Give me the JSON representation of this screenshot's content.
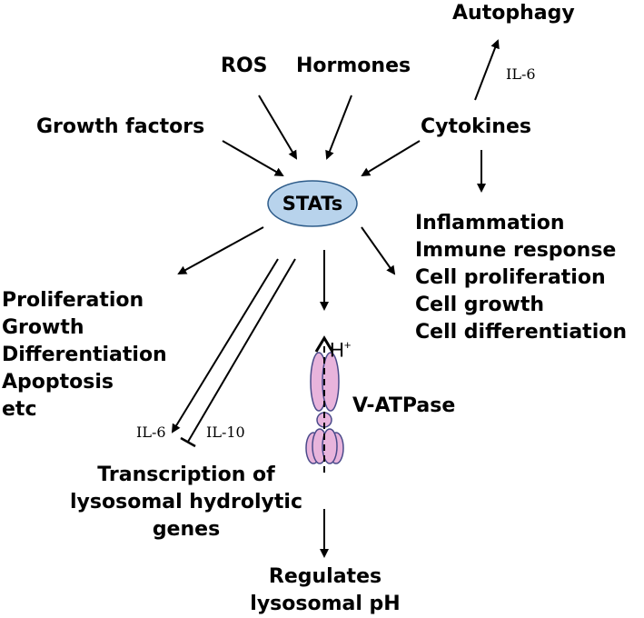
{
  "nodes": {
    "autophagy": "Autophagy",
    "ros": "ROS",
    "hormones": "Hormones",
    "growth_factors": "Growth factors",
    "cytokines": "Cytokines",
    "stats": "STATs",
    "v_atpase": "V-ATPase",
    "h_plus": "H",
    "h_plus_sup": "+",
    "left_outcomes": [
      "Proliferation",
      "Growth",
      "Differentiation",
      "Apoptosis",
      "etc"
    ],
    "right_outcomes": [
      "Inflammation",
      "Immune response",
      "Cell proliferation",
      "Cell growth",
      "Cell differentiation"
    ],
    "transcription": [
      "Transcription of",
      "lysosomal hydrolytic",
      "genes"
    ],
    "regulates": [
      "Regulates",
      "lysosomal pH"
    ]
  },
  "edge_labels": {
    "il6_autophagy": "IL-6",
    "il6_transcription": "IL-6",
    "il10_transcription": "IL-10"
  },
  "colors": {
    "stats_fill": "#b8d3ec",
    "stats_stroke": "#2e5c8a",
    "vatpase_fill": "#e8b4dc",
    "vatpase_stroke": "#4a4a8a",
    "arrow": "#000000"
  }
}
